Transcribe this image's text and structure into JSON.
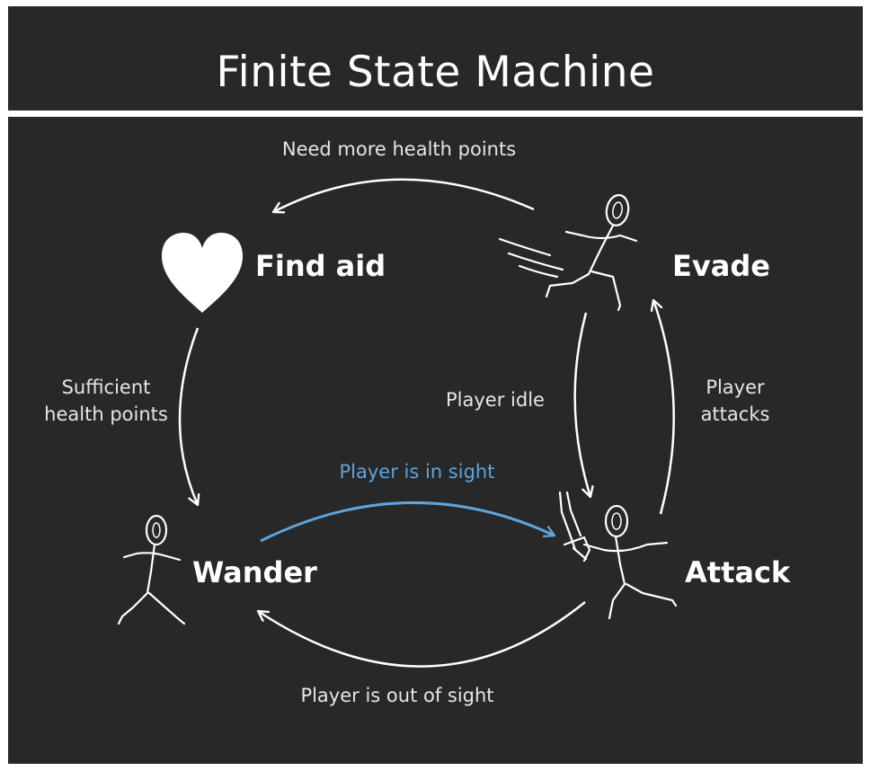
{
  "title": "Finite State Machine",
  "states": {
    "find_aid": "Find aid",
    "evade": "Evade",
    "wander": "Wander",
    "attack": "Attack"
  },
  "transitions": {
    "need_health": "Need more health points",
    "sufficient_health": "Sufficient\nhealth points",
    "player_idle": "Player idle",
    "player_attacks": "Player\nattacks",
    "player_in_sight": "Player is in sight",
    "player_out_of_sight": "Player is out of sight"
  },
  "colors": {
    "background": "#282828",
    "foreground": "#ffffff",
    "highlight": "#5fa4dc"
  },
  "icons": [
    "heart-icon",
    "running-figure-icon",
    "walking-figure-icon",
    "sword-figure-icon"
  ]
}
